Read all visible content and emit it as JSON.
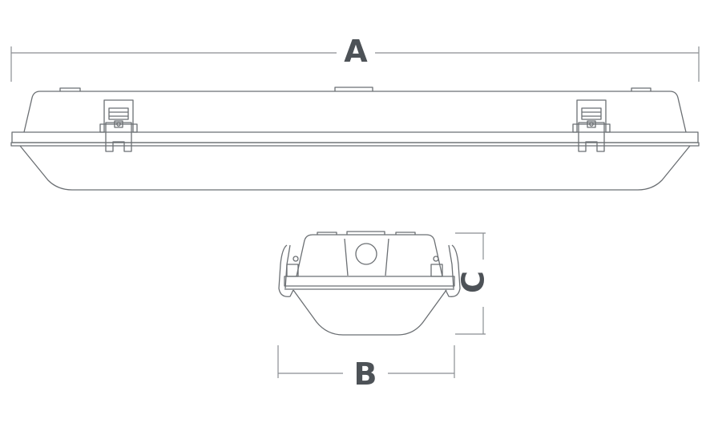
{
  "diagram": {
    "dimension_labels": {
      "length": "A",
      "width": "B",
      "height": "C"
    },
    "colors": {
      "outline": "#6b6f73",
      "label": "#4d5257"
    }
  }
}
